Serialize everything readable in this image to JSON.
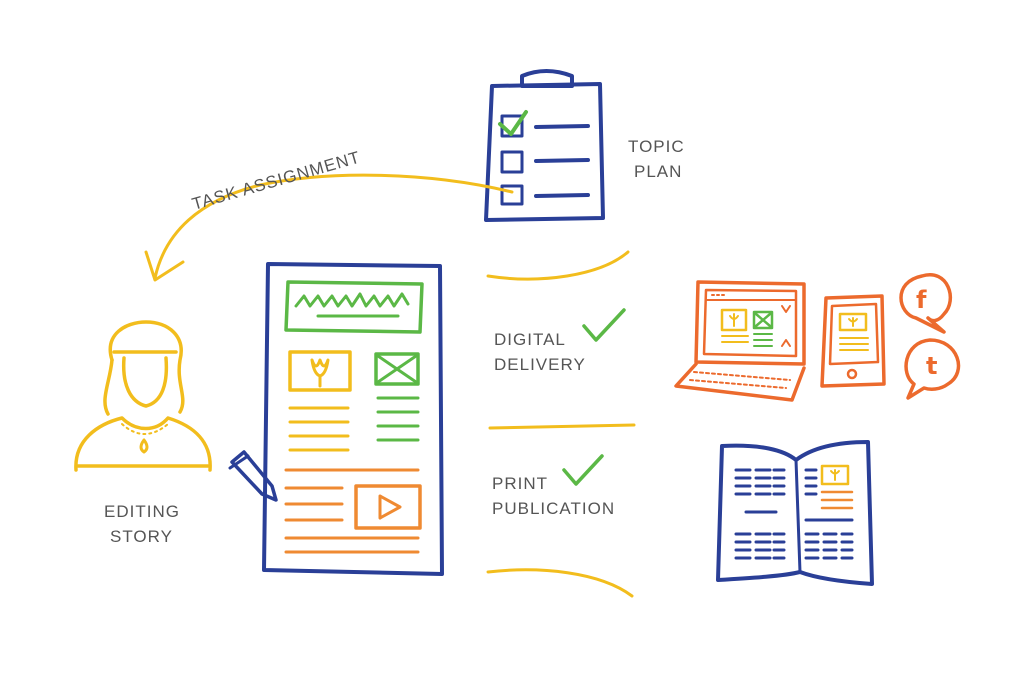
{
  "colors": {
    "blue": "#2a3f97",
    "green": "#5bb846",
    "yellow": "#f2bd1d",
    "orange": "#ef8a32",
    "red_orange": "#ec6a2d",
    "text": "#555555"
  },
  "labels": {
    "topic_plan_line1": "TOPIC",
    "topic_plan_line2": "PLAN",
    "task_assignment": "TASK ASSIGNMENT",
    "editing_line1": "EDITING",
    "editing_line2": "STORY",
    "digital_line1": "DIGITAL",
    "digital_line2": "DELIVERY",
    "print_line1": "PRINT",
    "print_line2": "PUBLICATION"
  },
  "social": {
    "facebook_letter": "f",
    "tumblr_letter": "t"
  },
  "icons": [
    "clipboard-checklist-icon",
    "editor-person-icon",
    "story-document-icon",
    "pencil-icon",
    "laptop-icon",
    "tablet-icon",
    "facebook-bubble-icon",
    "tumblr-bubble-icon",
    "open-newspaper-icon",
    "checkmark-icon"
  ]
}
